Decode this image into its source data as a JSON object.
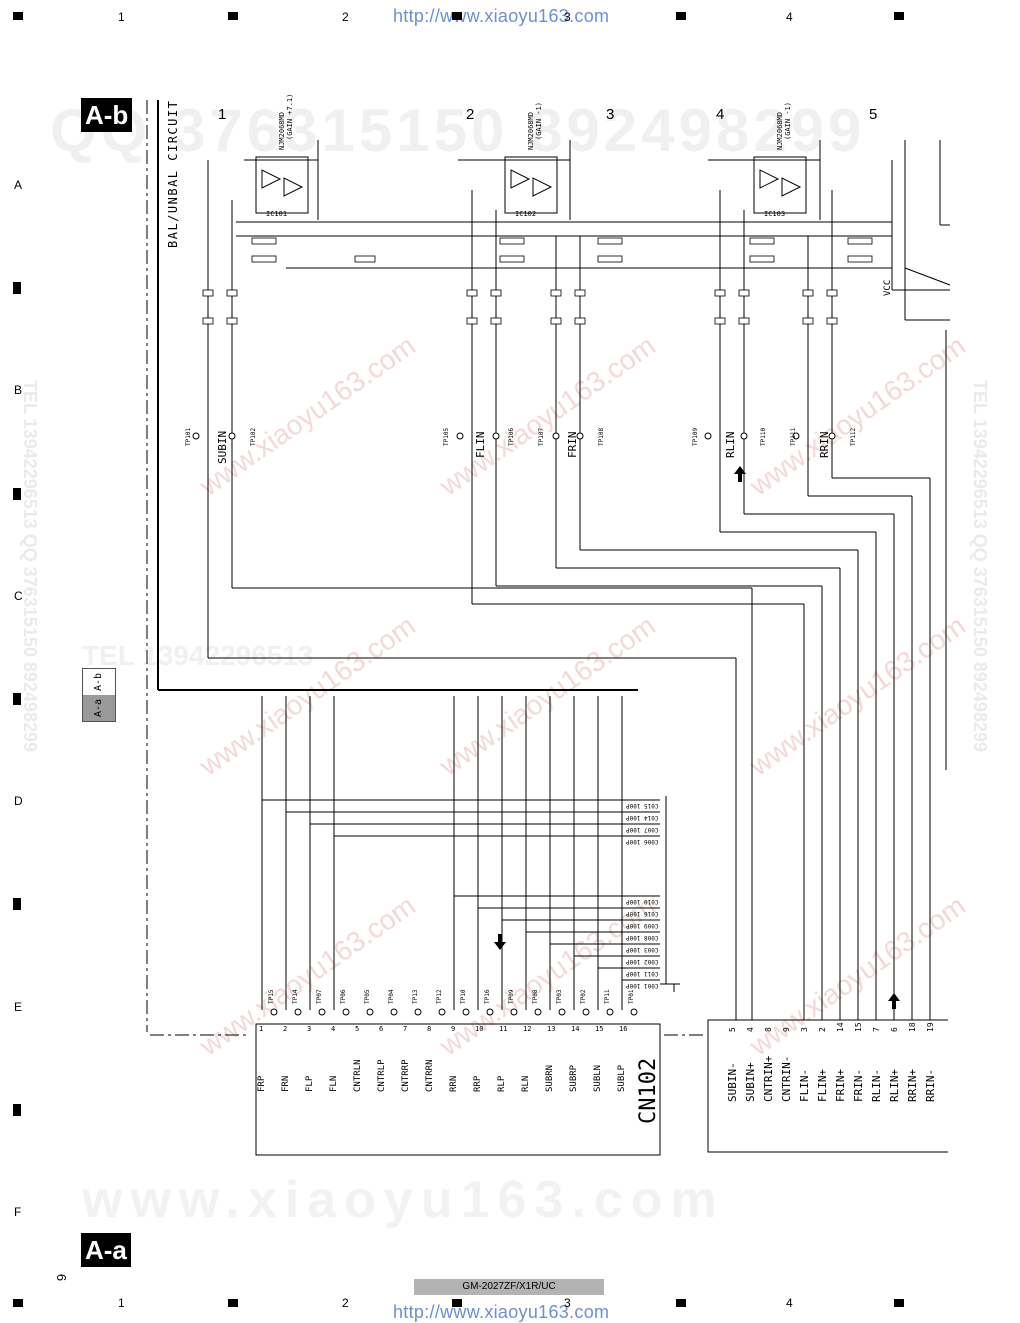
{
  "header": {
    "url_top": "http://www.xiaoyu163.com",
    "url_bottom": "http://www.xiaoyu163.com",
    "columns": [
      "1",
      "2",
      "3",
      "4"
    ],
    "rows": [
      "A",
      "B",
      "C",
      "D",
      "E",
      "F"
    ]
  },
  "tags": {
    "top": "A-b",
    "bottom": "A-a"
  },
  "nav": {
    "upper": "A-b",
    "lower": "A-a"
  },
  "page_number": "6",
  "model": "GM-2027ZF/X1R/UC",
  "circuit_title": "BAL/UNBAL CIRCUIT",
  "zones": [
    "1",
    "2",
    "3",
    "4",
    "5"
  ],
  "ic_blocks": [
    {
      "ref": "IC101",
      "part": "NJM2068MD",
      "gain": "(GAIN +7.1)"
    },
    {
      "ref": "IC102",
      "part": "NJM2068MD",
      "gain": "(GAIN -1)"
    },
    {
      "ref": "IC103",
      "part": "NJM2068MD",
      "gain": "(GAIN -1)"
    }
  ],
  "test_signals": [
    {
      "tp_left": "TP101",
      "label": "SUBIN",
      "tp_right": "TP102"
    },
    {
      "tp_left": "TP105",
      "label": "FLIN",
      "tp_right": "TP106"
    },
    {
      "tp_left": "TP107",
      "label": "FRIN",
      "tp_right": "TP108"
    },
    {
      "tp_left": "TP109",
      "label": "RLIN",
      "tp_right": "TP110"
    },
    {
      "tp_left": "TP111",
      "label": "RRIN",
      "tp_right": "TP112"
    }
  ],
  "vcc_label": "VCC",
  "cn102": {
    "name": "CN102",
    "pins": [
      {
        "num": "1",
        "name": "FRP",
        "tp": "TP15"
      },
      {
        "num": "2",
        "name": "FRN",
        "tp": "TP14"
      },
      {
        "num": "3",
        "name": "FLP",
        "tp": "TP07"
      },
      {
        "num": "4",
        "name": "FLN",
        "tp": "TP06"
      },
      {
        "num": "5",
        "name": "CNTRLN",
        "tp": "TP05"
      },
      {
        "num": "6",
        "name": "CNTRLP",
        "tp": "TP04"
      },
      {
        "num": "7",
        "name": "CNTRRP",
        "tp": "TP13"
      },
      {
        "num": "8",
        "name": "CNTRRN",
        "tp": "TP12"
      },
      {
        "num": "9",
        "name": "RRN",
        "tp": "TP10"
      },
      {
        "num": "10",
        "name": "RRP",
        "tp": "TP16"
      },
      {
        "num": "11",
        "name": "RLP",
        "tp": "TP09"
      },
      {
        "num": "12",
        "name": "RLN",
        "tp": "TP08"
      },
      {
        "num": "13",
        "name": "SUBRN",
        "tp": "TP03"
      },
      {
        "num": "14",
        "name": "SUBRP",
        "tp": "TP02"
      },
      {
        "num": "15",
        "name": "SUBLN",
        "tp": "TP11"
      },
      {
        "num": "16",
        "name": "SUBLP",
        "tp": "TP01"
      }
    ]
  },
  "caps": [
    "C015 100P",
    "C014 100P",
    "C007 100P",
    "C006 100P",
    "C010 100P",
    "C016 100P",
    "C009 100P",
    "C008 100P",
    "C003 100P",
    "C002 100P",
    "C011 100P",
    "C001 100P"
  ],
  "right_connector": {
    "pins": [
      {
        "num": "5",
        "name": "SUBIN-"
      },
      {
        "num": "4",
        "name": "SUBIN+"
      },
      {
        "num": "8",
        "name": "CNTRIN+"
      },
      {
        "num": "9",
        "name": "CNTRIN-"
      },
      {
        "num": "3",
        "name": "FLIN-"
      },
      {
        "num": "2",
        "name": "FLIN+"
      },
      {
        "num": "14",
        "name": "FRIN+"
      },
      {
        "num": "15",
        "name": "FRIN-"
      },
      {
        "num": "7",
        "name": "RLIN-"
      },
      {
        "num": "6",
        "name": "RLIN+"
      },
      {
        "num": "18",
        "name": "RRIN+"
      },
      {
        "num": "19",
        "name": "RRIN-"
      }
    ]
  },
  "watermarks": {
    "line1": "QQ 376315150 892498299",
    "line2": "www.xiaoyu163.com",
    "line3": "TEL 13942296513",
    "side": "TEL 13942296513 QQ 376315150 892498299"
  }
}
